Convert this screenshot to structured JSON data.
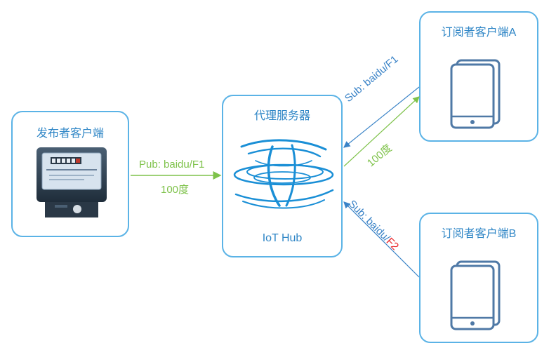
{
  "publisher": {
    "title": "发布者客户端",
    "icon": "electric-meter-icon"
  },
  "broker": {
    "title": "代理服务器",
    "name": "IoT Hub",
    "icon": "iot-hub-swirl-icon"
  },
  "subscriber_a": {
    "title": "订阅者客户端A",
    "icon": "tablet-icon"
  },
  "subscriber_b": {
    "title": "订阅者客户端B",
    "icon": "tablet-icon"
  },
  "flows": {
    "publish": {
      "label": "Pub: baidu/F1",
      "payload": "100度"
    },
    "subscribe_a": {
      "label": "Sub: baidu/F1",
      "payload": "100度"
    },
    "subscribe_b": {
      "prefix": "Sub: baidu/",
      "topic_highlight": "F2"
    }
  },
  "colors": {
    "box_border": "#5bb3e6",
    "title": "#2f86c6",
    "green": "#7ec24a",
    "blue": "#3a83c7",
    "red": "#e8262b"
  }
}
